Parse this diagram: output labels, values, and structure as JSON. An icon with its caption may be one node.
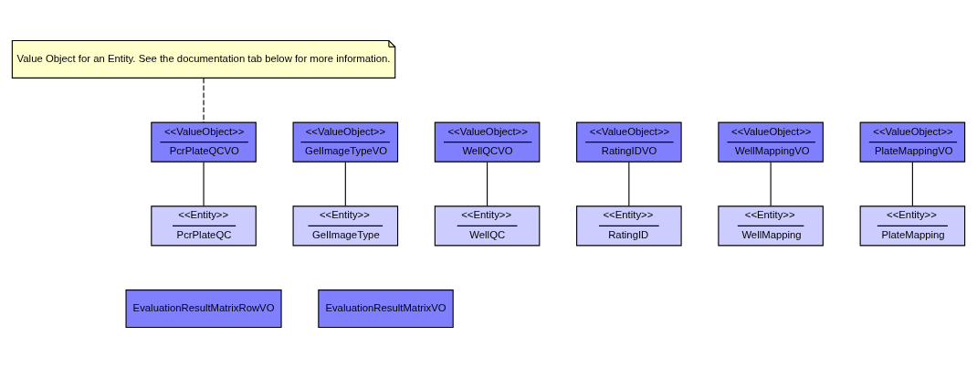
{
  "diagram": {
    "nodes": [
      {
        "text": [
          "Value Object for an Entity. See the documentation tab below for more information."
        ]
      },
      {
        "text": [
          "<<ValueObject>>",
          "PcrPlateQCVO"
        ]
      },
      {
        "text": [
          "<<ValueObject>>",
          "GelImageTypeVO"
        ]
      },
      {
        "text": [
          "<<ValueObject>>",
          "WellQCVO"
        ]
      },
      {
        "text": [
          "<<ValueObject>>",
          "RatingIDVO"
        ]
      },
      {
        "text": [
          "<<ValueObject>>",
          "WellMappingVO"
        ]
      },
      {
        "text": [
          "<<ValueObject>>",
          "PlateMappingVO"
        ]
      },
      {
        "text": [
          "<<Entity>>",
          "PcrPlateQC"
        ]
      },
      {
        "text": [
          "<<Entity>>",
          "GelImageType"
        ]
      },
      {
        "text": [
          "<<Entity>>",
          "WellQC"
        ]
      },
      {
        "text": [
          "<<Entity>>",
          "RatingID"
        ]
      },
      {
        "text": [
          "<<Entity>>",
          "WellMapping"
        ]
      },
      {
        "text": [
          "<<Entity>>",
          "PlateMapping"
        ]
      },
      {
        "text": [
          "EvaluationResultMatrixRowVO"
        ]
      },
      {
        "text": [
          "EvaluationResultMatrixVO"
        ]
      }
    ],
    "edges": [
      {
        "from": 0,
        "to": 1,
        "arrow": "none",
        "style": "dashed"
      },
      {
        "from": 1,
        "to": 7,
        "arrow": "none"
      },
      {
        "from": 2,
        "to": 8,
        "arrow": "none"
      },
      {
        "from": 3,
        "to": 9,
        "arrow": "none"
      },
      {
        "from": 4,
        "to": 10,
        "arrow": "none"
      },
      {
        "from": 5,
        "to": 11,
        "arrow": "none"
      },
      {
        "from": 6,
        "to": 12,
        "arrow": "none"
      }
    ]
  }
}
